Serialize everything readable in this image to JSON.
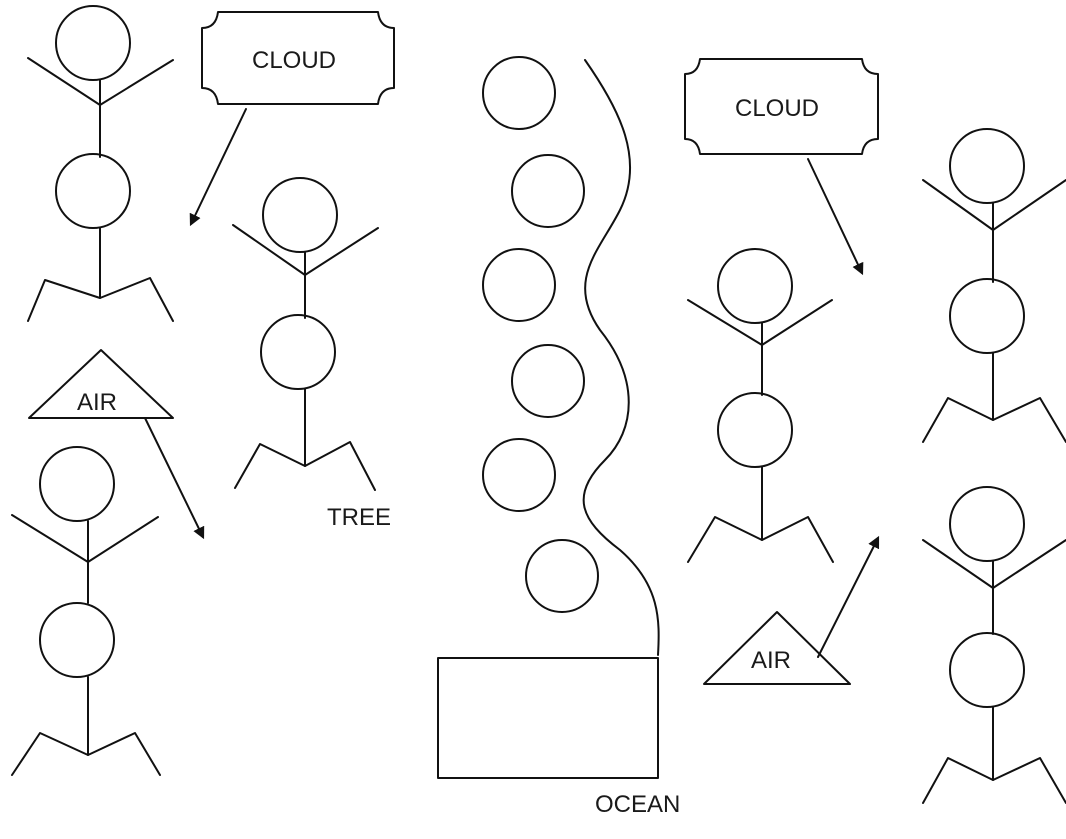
{
  "labels": {
    "cloud_left": "CLOUD",
    "cloud_right": "CLOUD",
    "air_left": "AIR",
    "air_right": "AIR",
    "tree": "TREE",
    "ocean": "OCEAN"
  }
}
